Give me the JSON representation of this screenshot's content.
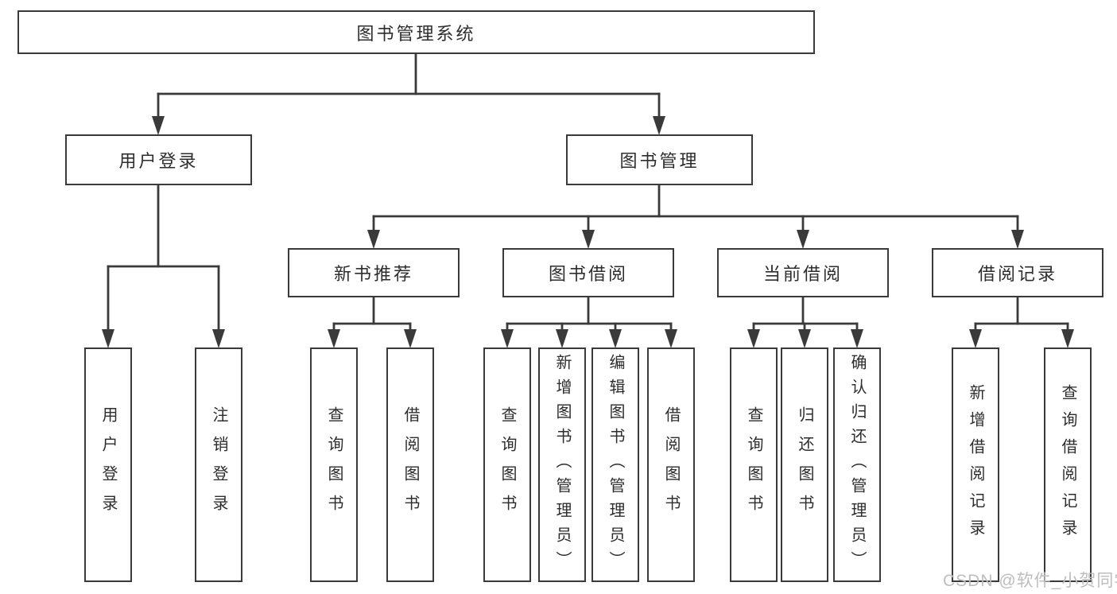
{
  "diagram": {
    "title": "图书管理系统",
    "watermark": "CSDN @软件_小贺同学",
    "colors": {
      "background": "#ffffff",
      "line": "#3a3a3a",
      "box_fill": "#ffffff",
      "text": "#2d2d2d",
      "watermark": "#bdbdbd"
    },
    "nodes": [
      {
        "id": "system",
        "label": "图书管理系统",
        "level": 1,
        "parent": null
      },
      {
        "id": "user-login",
        "label": "用户登录",
        "level": 2,
        "parent": "system"
      },
      {
        "id": "book-management",
        "label": "图书管理",
        "level": 2,
        "parent": "system"
      },
      {
        "id": "new-book-recommend",
        "label": "新书推荐",
        "level": 3,
        "parent": "book-management"
      },
      {
        "id": "book-borrowing",
        "label": "图书借阅",
        "level": 3,
        "parent": "book-management"
      },
      {
        "id": "current-borrowing",
        "label": "当前借阅",
        "level": 3,
        "parent": "book-management"
      },
      {
        "id": "borrowing-records",
        "label": "借阅记录",
        "level": 3,
        "parent": "book-management"
      },
      {
        "id": "leaf-user-login",
        "label": "用户登录",
        "level": 4,
        "parent": "user-login"
      },
      {
        "id": "leaf-logout",
        "label": "注销登录",
        "level": 4,
        "parent": "user-login"
      },
      {
        "id": "leaf-query-book-1",
        "label": "查询图书",
        "level": 4,
        "parent": "new-book-recommend"
      },
      {
        "id": "leaf-borrow-book-1",
        "label": "借阅图书",
        "level": 4,
        "parent": "new-book-recommend"
      },
      {
        "id": "leaf-query-book-2",
        "label": "查询图书",
        "level": 4,
        "parent": "book-borrowing"
      },
      {
        "id": "leaf-add-book-admin",
        "label": "新增图书（管理员）",
        "level": 4,
        "parent": "book-borrowing"
      },
      {
        "id": "leaf-edit-book-admin",
        "label": "编辑图书（管理员）",
        "level": 4,
        "parent": "book-borrowing"
      },
      {
        "id": "leaf-borrow-book-2",
        "label": "借阅图书",
        "level": 4,
        "parent": "book-borrowing"
      },
      {
        "id": "leaf-query-book-3",
        "label": "查询图书",
        "level": 4,
        "parent": "current-borrowing"
      },
      {
        "id": "leaf-return-book",
        "label": "归还图书",
        "level": 4,
        "parent": "current-borrowing"
      },
      {
        "id": "leaf-confirm-return-admin",
        "label": "确认归还（管理员）",
        "level": 4,
        "parent": "current-borrowing"
      },
      {
        "id": "leaf-add-borrow-record",
        "label": "新增借阅记录",
        "level": 4,
        "parent": "borrowing-records"
      },
      {
        "id": "leaf-query-borrow-record",
        "label": "查询借阅记录",
        "level": 4,
        "parent": "borrowing-records"
      }
    ]
  }
}
